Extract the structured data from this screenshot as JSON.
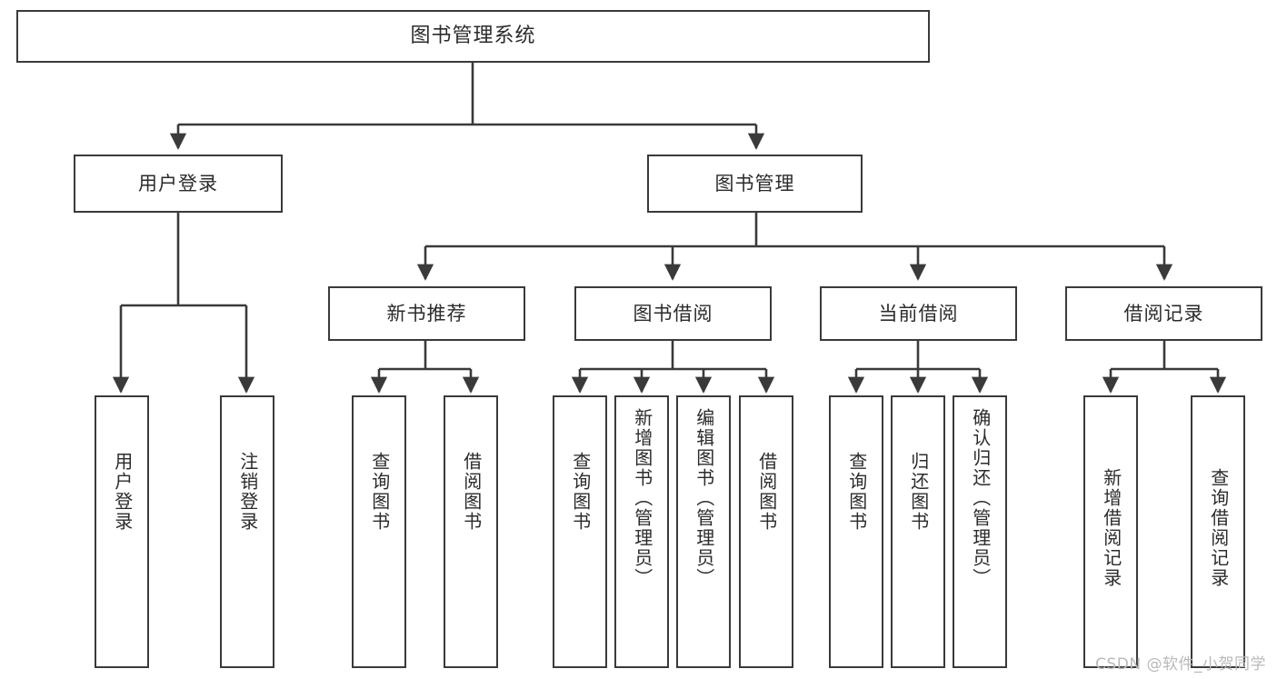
{
  "diagram": {
    "title": "图书管理系统",
    "type": "tree",
    "watermark": "CSDN @软件_小贺同学",
    "colors": {
      "stroke": "#3a3a3a",
      "fill": "#ffffff",
      "text": "#2b2b2b",
      "watermark": "#b9b9b9"
    },
    "nodes": {
      "root": {
        "label": "图书管理系统"
      },
      "level2": [
        {
          "label": "用户登录"
        },
        {
          "label": "图书管理"
        }
      ],
      "level3": [
        {
          "label": "新书推荐"
        },
        {
          "label": "图书借阅"
        },
        {
          "label": "当前借阅"
        },
        {
          "label": "借阅记录"
        }
      ],
      "leaves": {
        "user_login": [
          {
            "label": "用户登录"
          },
          {
            "label": "注销登录"
          }
        ],
        "new_book": [
          {
            "label": "查询图书"
          },
          {
            "label": "借阅图书"
          }
        ],
        "book_borrow": [
          {
            "label": "查询图书"
          },
          {
            "label": "新增图书（管理员）"
          },
          {
            "label": "编辑图书（管理员）"
          },
          {
            "label": "借阅图书"
          }
        ],
        "current_borrow": [
          {
            "label": "查询图书"
          },
          {
            "label": "归还图书"
          },
          {
            "label": "确认归还（管理员）"
          }
        ],
        "borrow_record": [
          {
            "label": "新增借阅记录"
          },
          {
            "label": "查询借阅记录"
          }
        ]
      }
    }
  }
}
